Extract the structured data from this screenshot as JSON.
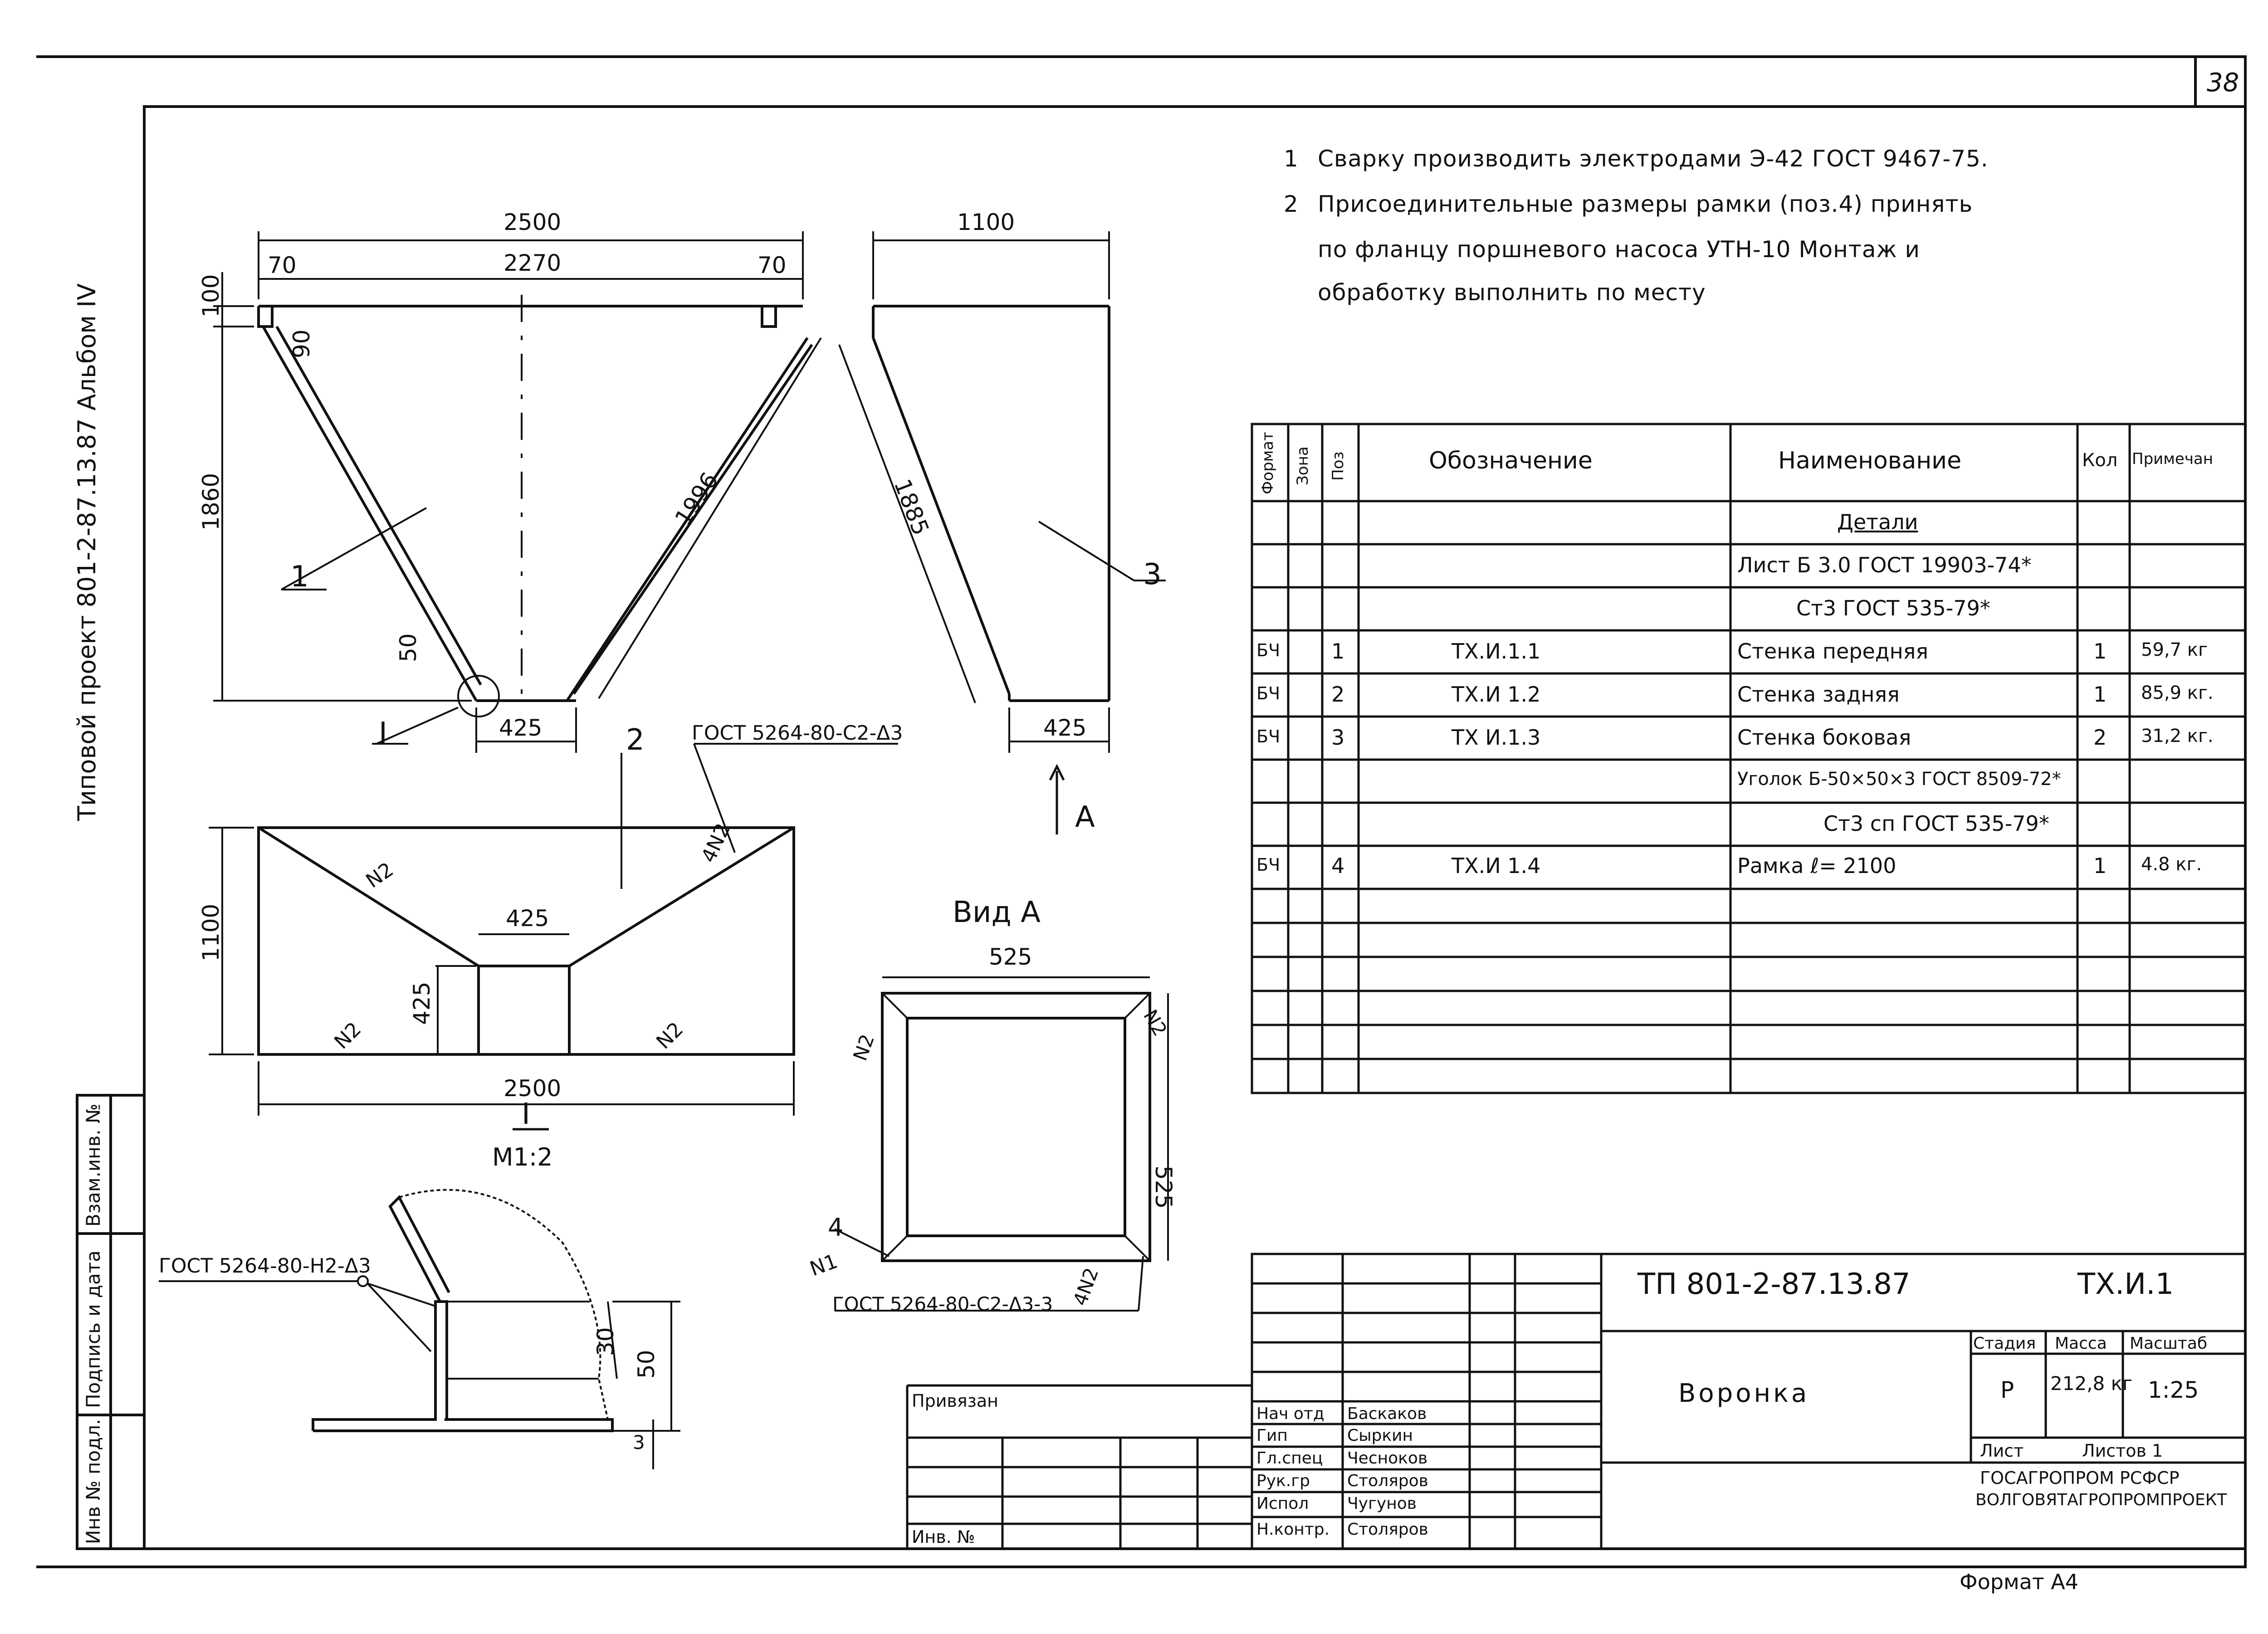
{
  "sheet_number": "38",
  "side_title": "Типовой проект 801-2-87.13.87 Альбом IV",
  "notes": [
    {
      "num": "1",
      "text": "Сварку производить электродами Э-42 ГОСТ 9467-75."
    },
    {
      "num": "2",
      "text": "Присоединительные размеры рамки (поз.4) принять"
    },
    {
      "num": "",
      "text": "по фланцу поршневого насоса УТН-10 Монтаж и"
    },
    {
      "num": "",
      "text": "обработку выполнить по месту"
    }
  ],
  "drawing": {
    "front": {
      "dim_top": "2500",
      "dim_70_left": "70",
      "dim_inner": "2270",
      "dim_70_right": "70",
      "dim_100": "100",
      "dim_90": "90",
      "dim_height": "1860",
      "dim_50": "50",
      "dim_bottom": "425",
      "dim_slope": "1996",
      "pos_1": "1",
      "pos_2": "2",
      "detail_mark": "I"
    },
    "side": {
      "dim_top": "1100",
      "dim_slope": "1885",
      "dim_bottom": "425",
      "pos_3": "3",
      "view_arrow": "A"
    },
    "plan": {
      "weld_label": "ГОСТ 5264-80-С2-Δ3",
      "dim_height": "1100",
      "dim_inner_w": "425",
      "dim_inner_h": "425",
      "dim_width": "2500",
      "weld_n2": "N2",
      "weld_4n2": "4N2"
    },
    "view_a": {
      "title": "Вид А",
      "dim_top": "525",
      "dim_right": "525",
      "weld_label": "ГОСТ 5264-80-С2-Δ3-3",
      "weld_4n2": "4N2",
      "pos_4": "4",
      "weld_n1": "N1",
      "weld_n2": "N2"
    },
    "detail": {
      "title_mark": "I",
      "scale": "М1:2",
      "weld_label": "ГОСТ 5264-80-Н2-Δ3",
      "dim_30": "30",
      "dim_50": "50",
      "dim_3": "3"
    }
  },
  "spec_table": {
    "headers": {
      "format": "Формат",
      "zone": "Зона",
      "pos": "Поз",
      "designation": "Обозначение",
      "name": "Наименование",
      "qty": "Кол",
      "note": "Примечан"
    },
    "rows": [
      {
        "format": "",
        "pos": "",
        "designation": "",
        "name": "Детали",
        "qty": "",
        "note": ""
      },
      {
        "format": "",
        "pos": "",
        "designation": "",
        "name": "Лист Б 3.0 ГОСТ 19903-74*",
        "qty": "",
        "note": ""
      },
      {
        "format": "",
        "pos": "",
        "designation": "",
        "name": "Ст3 ГОСТ 535-79*",
        "qty": "",
        "note": ""
      },
      {
        "format": "БЧ",
        "pos": "1",
        "designation": "ТХ.И.1.1",
        "name": "Стенка передняя",
        "qty": "1",
        "note": "59,7 кг"
      },
      {
        "format": "БЧ",
        "pos": "2",
        "designation": "ТХ.И 1.2",
        "name": "Стенка задняя",
        "qty": "1",
        "note": "85,9 кг."
      },
      {
        "format": "БЧ",
        "pos": "3",
        "designation": "ТХ И.1.3",
        "name": "Стенка боковая",
        "qty": "2",
        "note": "31,2 кг."
      },
      {
        "format": "",
        "pos": "",
        "designation": "",
        "name": "Уголок Б-50×50×3 ГОСТ 8509-72*",
        "qty": "",
        "note": ""
      },
      {
        "format": "",
        "pos": "",
        "designation": "",
        "name": "Ст3 сп ГОСТ 535-79*",
        "qty": "",
        "note": ""
      },
      {
        "format": "БЧ",
        "pos": "4",
        "designation": "ТХ.И 1.4",
        "name": "Рамка      ℓ= 2100",
        "qty": "1",
        "note": "4.8 кг."
      }
    ]
  },
  "title_block": {
    "doc_code": "ТП   801-2-87.13.87",
    "doc_suffix": "ТХ.И.1",
    "title": "Воронка",
    "stage_label": "Стадия",
    "mass_label": "Масса",
    "scale_label": "Масштаб",
    "stage": "Р",
    "mass": "212,8 кг",
    "scale": "1:25",
    "sheet_label": "Лист",
    "sheets_label": "Листов   1",
    "org1": "ГОСАГРОПРОМ РСФСР",
    "org2": "ВОЛГОВЯТАГРОПРОМПРОЕКТ",
    "linked": "Привязан",
    "inv_no": "Инв. №",
    "signers": [
      {
        "role": "Нач отд",
        "name": "Баскаков"
      },
      {
        "role": "Гип",
        "name": "Сыркин"
      },
      {
        "role": "Гл.спец",
        "name": "Чесноков"
      },
      {
        "role": "Рук.гр",
        "name": "Столяров"
      },
      {
        "role": "Испол",
        "name": "Чугунов"
      },
      {
        "role": "Н.контр.",
        "name": "Столяров"
      }
    ],
    "format": "Формат А4"
  },
  "left_stamp": {
    "inv_podl": "Инв № подл.",
    "sign_date": "Подпись и дата",
    "vzam_inv": "Взам.инв. №"
  }
}
